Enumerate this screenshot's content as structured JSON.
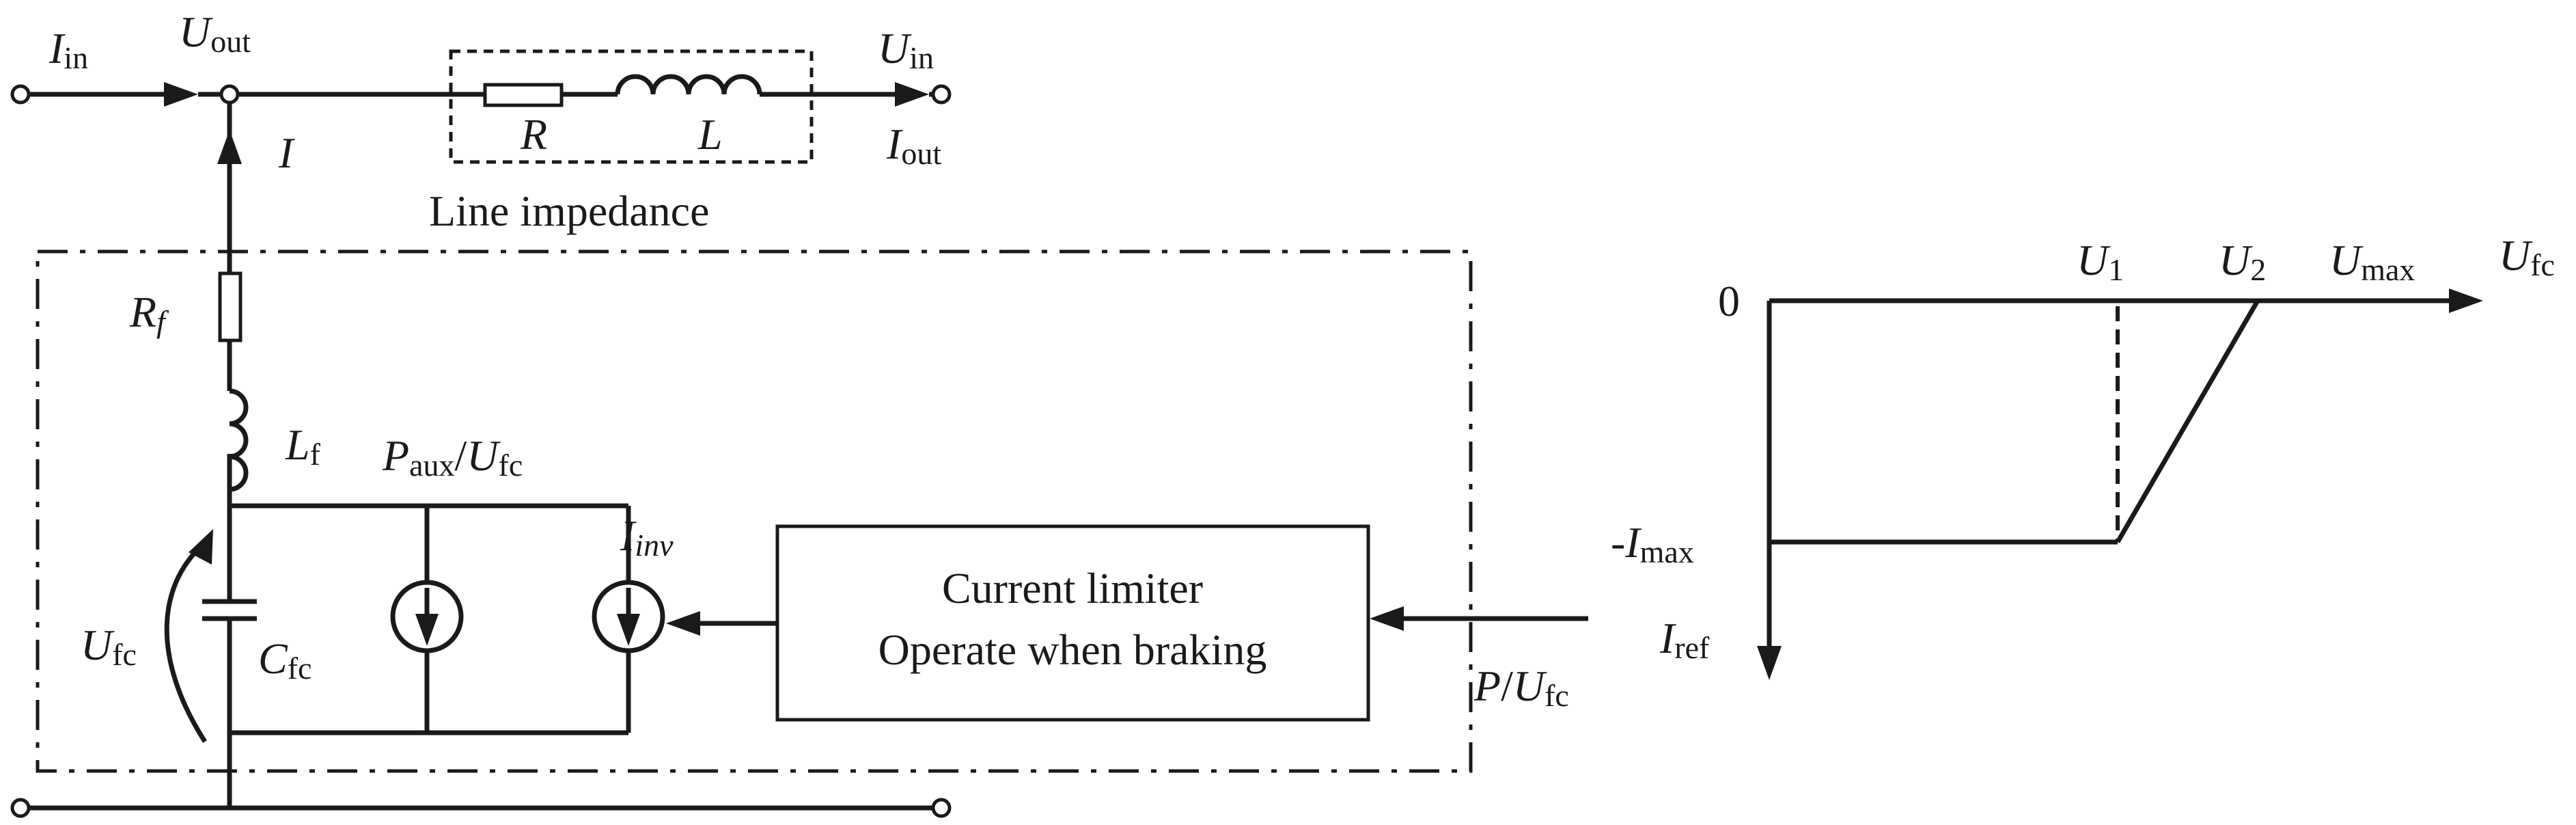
{
  "circuit": {
    "I_in": {
      "sym": "I",
      "sub": "in"
    },
    "U_out": {
      "sym": "U",
      "sub": "out"
    },
    "U_in": {
      "sym": "U",
      "sub": "in"
    },
    "I_out": {
      "sym": "I",
      "sub": "out"
    },
    "I": "I",
    "R": "R",
    "L": "L",
    "line_impedance": "Line impedance",
    "R_f": {
      "sym": "R",
      "sub": "f"
    },
    "L_f": {
      "sym": "L",
      "sub": "f"
    },
    "P_aux": {
      "sym": "P",
      "sub": "aux",
      "den_sym": "U",
      "den_sub": "fc"
    },
    "I_inv": {
      "sym": "I",
      "sub": "inv"
    },
    "U_fc": {
      "sym": "U",
      "sub": "fc"
    },
    "C_fc": {
      "sym": "C",
      "sub": "fc"
    },
    "limiter_line1": "Current limiter",
    "limiter_line2": "Operate when braking",
    "P_over_U": {
      "sym": "P",
      "den_sym": "U",
      "den_sub": "fc"
    }
  },
  "graph": {
    "origin": "0",
    "U1": {
      "sym": "U",
      "sub": "1"
    },
    "U2": {
      "sym": "U",
      "sub": "2"
    },
    "Umax": {
      "sym": "U",
      "sub": "max"
    },
    "Ufc": {
      "sym": "U",
      "sub": "fc"
    },
    "neg_Imax": {
      "prefix": "-",
      "sym": "I",
      "sub": "max"
    },
    "Iref": {
      "sym": "I",
      "sub": "ref"
    }
  }
}
